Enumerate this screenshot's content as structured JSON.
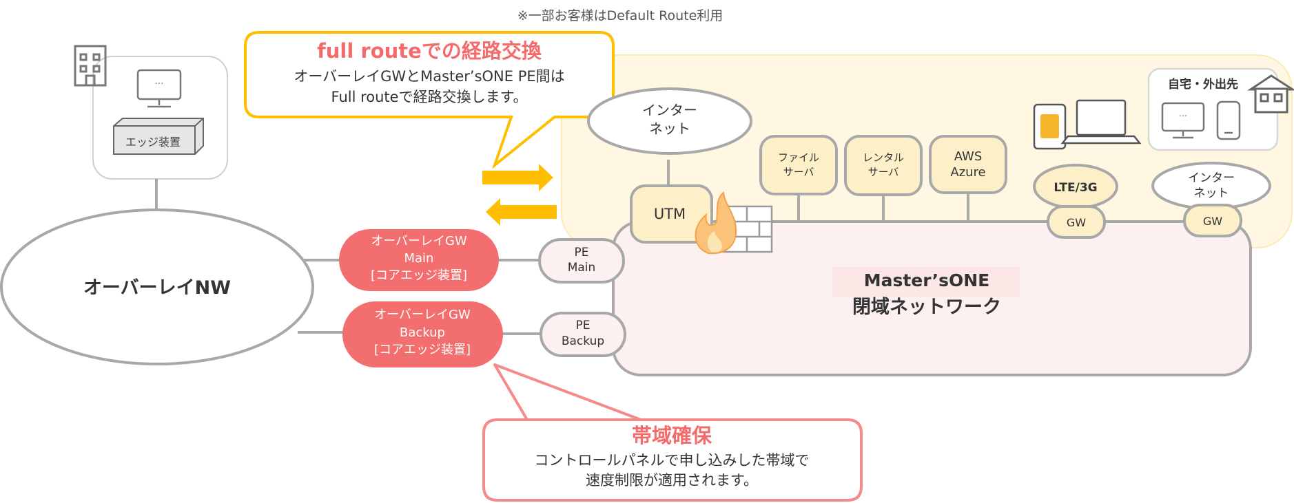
{
  "note": "※一部お客様はDefault Route利用",
  "callout_top": {
    "title": "full routeでの経路交換",
    "line1": "オーバーレイGWとMaster’sONE PE間は",
    "line2": "Full routeで経路交換します。"
  },
  "callout_bottom": {
    "title": "帯域確保",
    "line1": "コントロールパネルで申し込みした帯域で",
    "line2": "速度制限が適用されます。"
  },
  "edge_device": {
    "label": "エッジ装置"
  },
  "overlay_nw": {
    "label": "オーバーレイNW"
  },
  "gw_main": {
    "line1": "オーバーレイGW",
    "line2": "Main",
    "line3": "[コアエッジ装置]"
  },
  "gw_backup": {
    "line1": "オーバーレイGW",
    "line2": "Backup",
    "line3": "[コアエッジ装置]"
  },
  "pe_main": {
    "line1": "PE",
    "line2": "Main"
  },
  "pe_backup": {
    "line1": "PE",
    "line2": "Backup"
  },
  "mastersone": {
    "line1": "Master’sONE",
    "line2": "閉域ネットワーク"
  },
  "internet_top": {
    "line1": "インター",
    "line2": "ネット"
  },
  "utm": {
    "label": "UTM"
  },
  "file_server": {
    "line1": "ファイル",
    "line2": "サーバ"
  },
  "rental_server": {
    "line1": "レンタル",
    "line2": "サーバ"
  },
  "aws": {
    "line1": "AWS",
    "line2": "Azure"
  },
  "lte": {
    "label": "LTE/3G"
  },
  "gw_lte": {
    "label": "GW"
  },
  "internet_right": {
    "line1": "インター",
    "line2": "ネット"
  },
  "gw_internet": {
    "label": "GW"
  },
  "home": {
    "label": "自宅・外出先"
  },
  "colors": {
    "accent_orange": "#ffbf00",
    "cream_area": "#fff7e1",
    "box_fill": "#fdf0c9",
    "box_border": "#a8a8a8",
    "pink_fill": "#fdf0f0",
    "red_node": "#f36f6f",
    "callout_red": "#f48a8a",
    "title_red": "#f46b6b",
    "gray_line": "#aaaaaa"
  }
}
